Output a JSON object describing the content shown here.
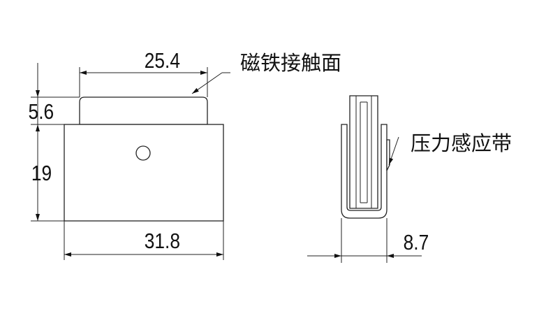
{
  "dimensions": {
    "top_width": "25.4",
    "top_height": "5.6",
    "body_height": "19",
    "body_width": "31.8",
    "side_thickness": "8.7"
  },
  "callouts": {
    "magnet_contact_surface": "磁铁接触面",
    "pressure_sensing_strip": "压力感应带"
  }
}
